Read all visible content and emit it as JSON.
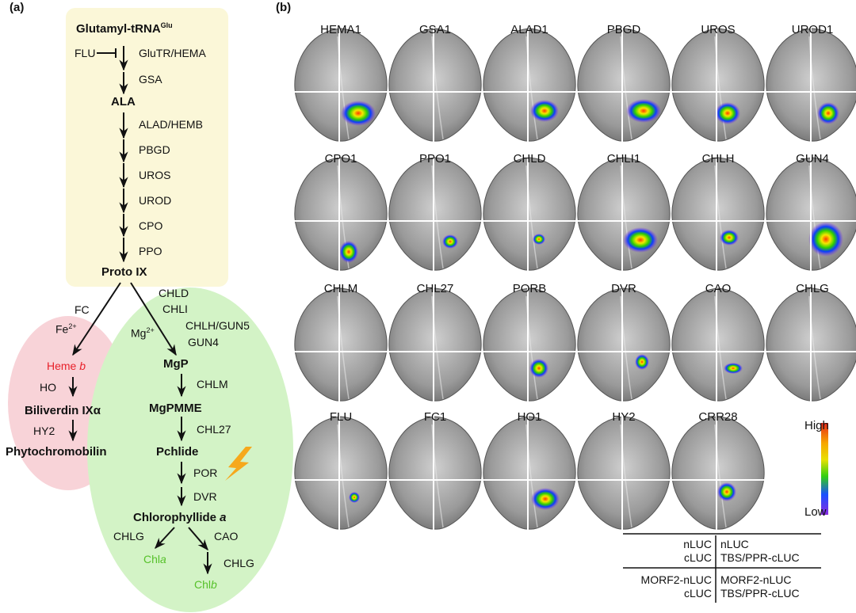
{
  "panel_a_label": "(a)",
  "panel_b_label": "(b)",
  "pathway": {
    "start": "Glutamyl-tRNA",
    "start_sup": "Glu",
    "flu": "FLU",
    "glutr": "GluTR/HEMA",
    "gsa": "GSA",
    "ala": "ALA",
    "alad": "ALAD/HEMB",
    "pbgd": "PBGD",
    "uros": "UROS",
    "urod": "UROD",
    "cpo": "CPO",
    "ppo": "PPO",
    "proto": "Proto IX",
    "fc": "FC",
    "fe": "Fe",
    "fe_sup": "2+",
    "heme": "Heme ",
    "heme_b": "b",
    "ho": "HO",
    "biliverdin": "Biliverdin IXα",
    "hy2": "HY2",
    "phytochromobilin": "Phytochromobilin",
    "chld": "CHLD",
    "chli": "CHLI",
    "chlh": "CHLH/GUN5",
    "gun4": "GUN4",
    "mg": "Mg",
    "mg_sup": "2+",
    "mgp": "MgP",
    "chlm": "CHLM",
    "mgpmme": "MgPMME",
    "chl27": "CHL27",
    "pchlide": "Pchlide",
    "por": "POR",
    "dvr": "DVR",
    "chlorophyllide": "Chlorophyllide ",
    "chlorophyllide_a": "a",
    "chlg1": "CHLG",
    "cao": "CAO",
    "chla": "Chl",
    "chla_it": "a",
    "chlg2": "CHLG",
    "chlb": "Chl",
    "chlb_it": "b"
  },
  "leaves": [
    [
      "HEMA1",
      "GSA1",
      "ALAD1",
      "PBGD",
      "UROS",
      "UROD1"
    ],
    [
      "CPO1",
      "PPO1",
      "CHLD",
      "CHLI1",
      "CHLH",
      "GUN4"
    ],
    [
      "CHLM",
      "CHL27",
      "PORB",
      "DVR",
      "CAO",
      "CHLG"
    ],
    [
      "FLU",
      "FC1",
      "HO1",
      "HY2",
      "CRR28"
    ]
  ],
  "scale": {
    "high": "High",
    "low": "Low"
  },
  "legend_table": {
    "r1c1a": "nLUC",
    "r1c1b": "cLUC",
    "r1c2a": "nLUC",
    "r1c2b": "TBS/PPR-cLUC",
    "r2c1a": "MORF2-nLUC",
    "r2c1b": "cLUC",
    "r2c2a": "MORF2-nLUC",
    "r2c2b": "TBS/PPR-cLUC"
  }
}
